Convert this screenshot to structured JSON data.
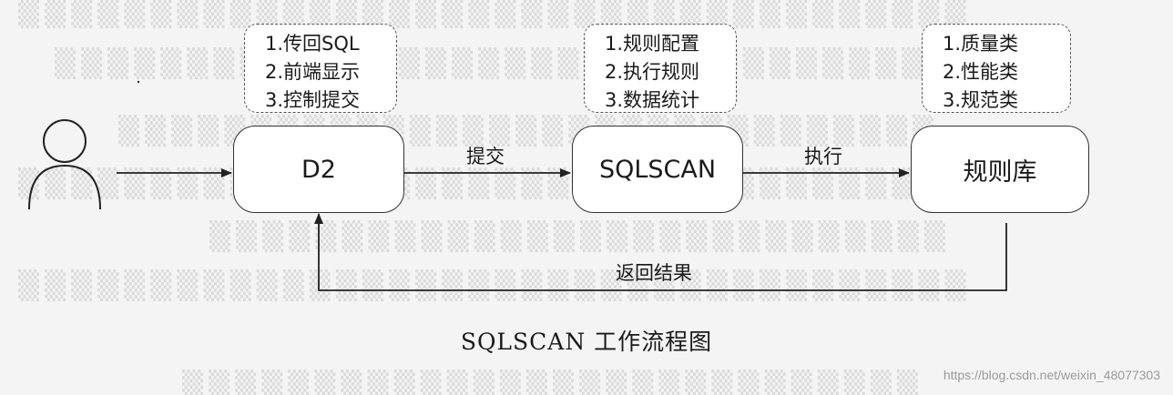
{
  "notes": {
    "d2": [
      "1.传回SQL",
      "2.前端显示",
      "3.控制提交"
    ],
    "sqlscan": [
      "1.规则配置",
      "2.执行规则",
      "3.数据统计"
    ],
    "rules": [
      "1.质量类",
      "2.性能类",
      "3.规范类"
    ]
  },
  "nodes": {
    "d2": "D2",
    "sqlscan": "SQLSCAN",
    "rules": "规则库"
  },
  "edges": {
    "submit": "提交",
    "execute": "执行",
    "return": "返回结果"
  },
  "actor_icon": "user-icon",
  "caption": "SQLSCAN 工作流程图",
  "watermark": "https://blog.csdn.net/weixin_48077303"
}
